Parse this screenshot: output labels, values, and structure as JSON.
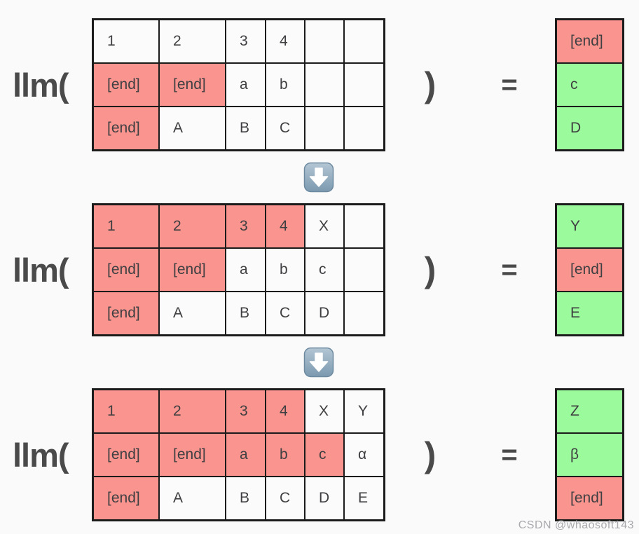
{
  "colors": {
    "page_bg": "#fafafa",
    "cell_white": "#fbfbfb",
    "cell_red": "#f9948e",
    "cell_green": "#9bfa9c",
    "border": "#1b1b1b",
    "cell_text": "#3f3f42",
    "label_text": "#4a4a4a",
    "watermark": "#a9a9ae",
    "arrow_top": "#b3c6d4",
    "arrow_bottom": "#7b99af",
    "arrow_border": "#6c89a0",
    "arrow_glyph": "#ffffff"
  },
  "labels": {
    "fn": "llm(",
    "close_paren": ")",
    "equals": "="
  },
  "icons": {
    "step_arrow": "down-arrow-emoji"
  },
  "watermark": "CSDN @whaosoft143",
  "sections": [
    {
      "grid": [
        [
          {
            "t": "1",
            "c": "white"
          },
          {
            "t": "2",
            "c": "white"
          },
          {
            "t": "3",
            "c": "white"
          },
          {
            "t": "4",
            "c": "white"
          },
          {
            "t": "",
            "c": "white"
          },
          {
            "t": "",
            "c": "white"
          }
        ],
        [
          {
            "t": "[end]",
            "c": "red"
          },
          {
            "t": "[end]",
            "c": "red"
          },
          {
            "t": "a",
            "c": "white"
          },
          {
            "t": "b",
            "c": "white"
          },
          {
            "t": "",
            "c": "white"
          },
          {
            "t": "",
            "c": "white"
          }
        ],
        [
          {
            "t": "[end]",
            "c": "red"
          },
          {
            "t": "A",
            "c": "white"
          },
          {
            "t": "B",
            "c": "white"
          },
          {
            "t": "C",
            "c": "white"
          },
          {
            "t": "",
            "c": "white"
          },
          {
            "t": "",
            "c": "white"
          }
        ]
      ],
      "output": [
        {
          "t": "[end]",
          "c": "red"
        },
        {
          "t": "c",
          "c": "green"
        },
        {
          "t": "D",
          "c": "green"
        }
      ]
    },
    {
      "grid": [
        [
          {
            "t": "1",
            "c": "red"
          },
          {
            "t": "2",
            "c": "red"
          },
          {
            "t": "3",
            "c": "red"
          },
          {
            "t": "4",
            "c": "red"
          },
          {
            "t": "X",
            "c": "white"
          },
          {
            "t": "",
            "c": "white"
          }
        ],
        [
          {
            "t": "[end]",
            "c": "red"
          },
          {
            "t": "[end]",
            "c": "red"
          },
          {
            "t": "a",
            "c": "white"
          },
          {
            "t": "b",
            "c": "white"
          },
          {
            "t": "c",
            "c": "white"
          },
          {
            "t": "",
            "c": "white"
          }
        ],
        [
          {
            "t": "[end]",
            "c": "red"
          },
          {
            "t": "A",
            "c": "white"
          },
          {
            "t": "B",
            "c": "white"
          },
          {
            "t": "C",
            "c": "white"
          },
          {
            "t": "D",
            "c": "white"
          },
          {
            "t": "",
            "c": "white"
          }
        ]
      ],
      "output": [
        {
          "t": "Y",
          "c": "green"
        },
        {
          "t": "[end]",
          "c": "red"
        },
        {
          "t": "E",
          "c": "green"
        }
      ]
    },
    {
      "grid": [
        [
          {
            "t": "1",
            "c": "red"
          },
          {
            "t": "2",
            "c": "red"
          },
          {
            "t": "3",
            "c": "red"
          },
          {
            "t": "4",
            "c": "red"
          },
          {
            "t": "X",
            "c": "white"
          },
          {
            "t": "Y",
            "c": "white"
          }
        ],
        [
          {
            "t": "[end]",
            "c": "red"
          },
          {
            "t": "[end]",
            "c": "red"
          },
          {
            "t": "a",
            "c": "red"
          },
          {
            "t": "b",
            "c": "red"
          },
          {
            "t": "c",
            "c": "red"
          },
          {
            "t": "α",
            "c": "white"
          }
        ],
        [
          {
            "t": "[end]",
            "c": "red"
          },
          {
            "t": "A",
            "c": "white"
          },
          {
            "t": "B",
            "c": "white"
          },
          {
            "t": "C",
            "c": "white"
          },
          {
            "t": "D",
            "c": "white"
          },
          {
            "t": "E",
            "c": "white"
          }
        ]
      ],
      "output": [
        {
          "t": "Z",
          "c": "green"
        },
        {
          "t": "β",
          "c": "green"
        },
        {
          "t": "[end]",
          "c": "red"
        }
      ]
    }
  ]
}
